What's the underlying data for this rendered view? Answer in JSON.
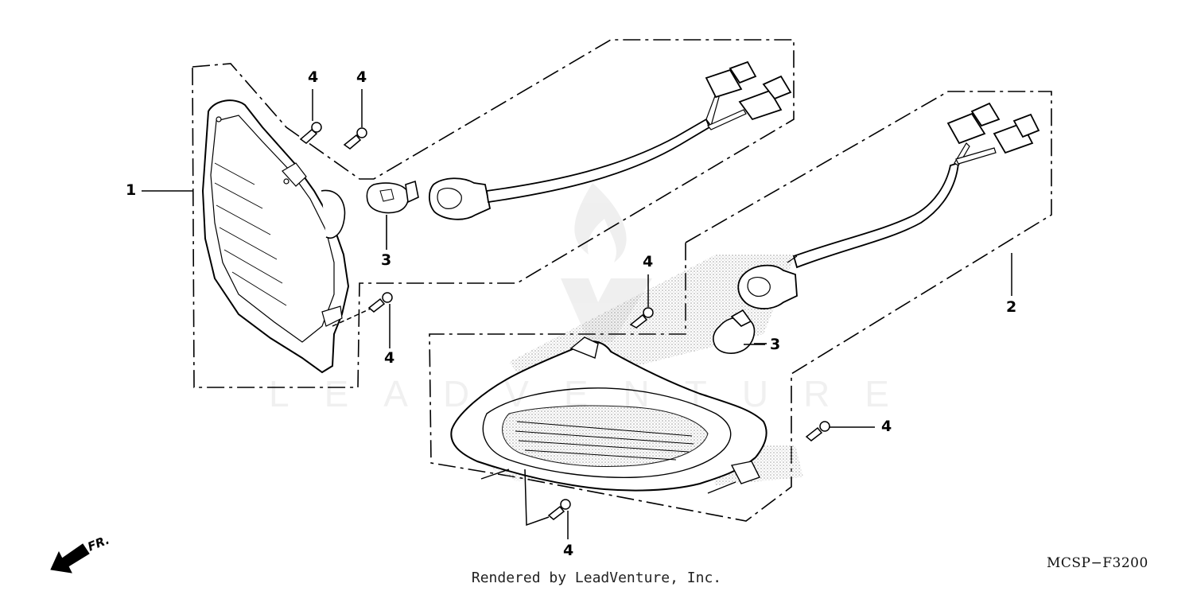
{
  "callouts": {
    "part_1": "1",
    "part_2": "2",
    "part_3_left": "3",
    "part_3_right": "3",
    "screw_a": "4",
    "screw_b": "4",
    "screw_c": "4",
    "screw_d": "4",
    "screw_e": "4",
    "screw_f": "4"
  },
  "direction": {
    "label": "FR."
  },
  "diagram_code": "MCSP−F3200",
  "credit": "Rendered by LeadVenture, Inc.",
  "watermark": {
    "text": "LEADVENTURE"
  },
  "colors": {
    "line": "#000000",
    "shade": "#9a9a9a",
    "background": "#ffffff"
  }
}
